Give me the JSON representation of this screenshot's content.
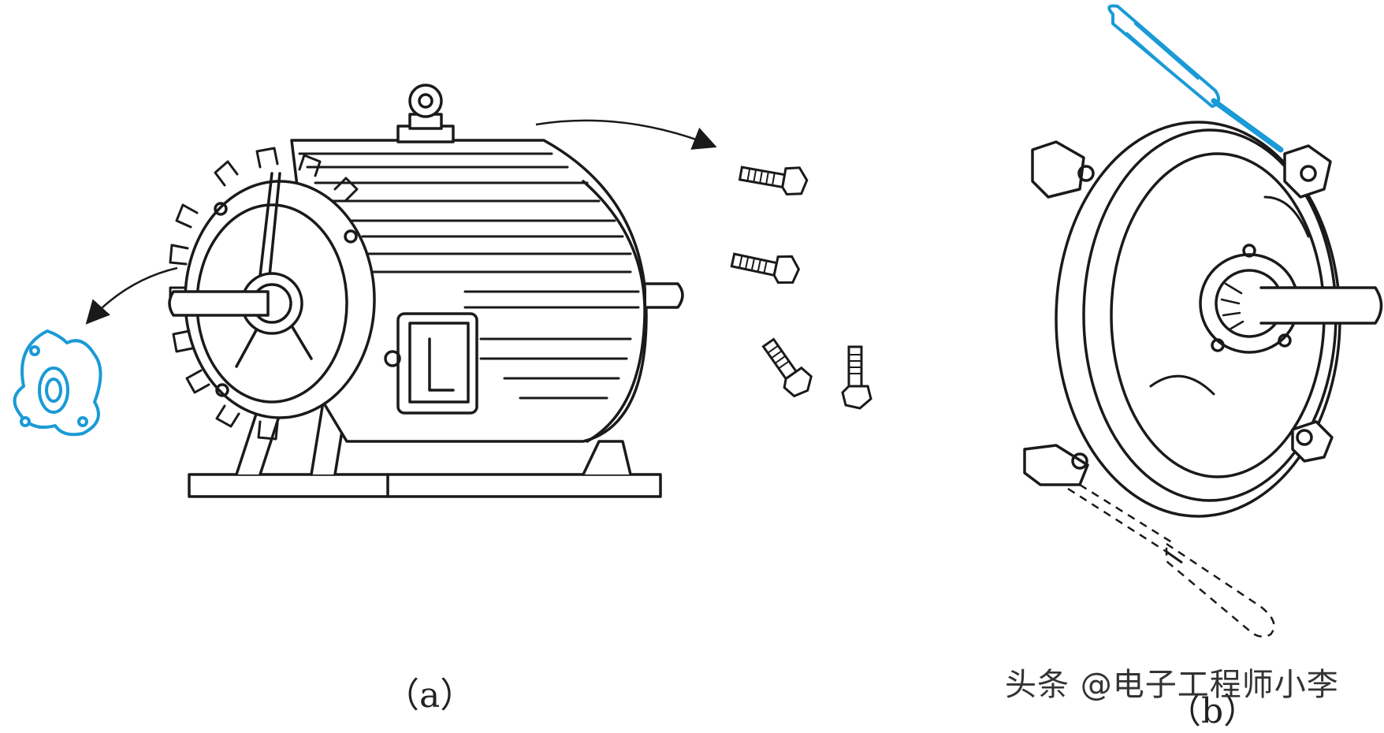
{
  "captions": {
    "a": "（a）",
    "b": "（b）"
  },
  "watermark": "头条 @电子工程师小李",
  "colors": {
    "line": "#1a1a1a",
    "highlight": "#1a9ad6"
  },
  "parts": {
    "motor": "motor-housing-illustration",
    "bearing_cap": "bearing-cap-icon",
    "bolts": "bolt-icon",
    "end_cover": "end-cover-illustration",
    "screwdriver": "screwdriver-icon"
  }
}
